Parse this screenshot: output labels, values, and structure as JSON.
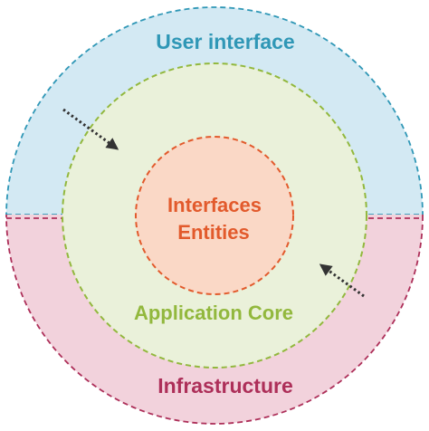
{
  "diagram": {
    "labels": {
      "outer_top": "User interface",
      "outer_bottom": "Infrastructure",
      "middle": "Application Core",
      "inner_line1": "Interfaces",
      "inner_line2": "Entities"
    },
    "colors": {
      "ui_fill": "#d3e9f3",
      "ui_stroke": "#2f97b6",
      "infra_fill": "#f2d2dc",
      "infra_stroke": "#ad2f59",
      "core_fill": "#eaf1da",
      "core_stroke": "#92b83d",
      "inner_fill": "#fad8c6",
      "inner_stroke": "#e25a2c",
      "arrow": "#333333"
    }
  }
}
